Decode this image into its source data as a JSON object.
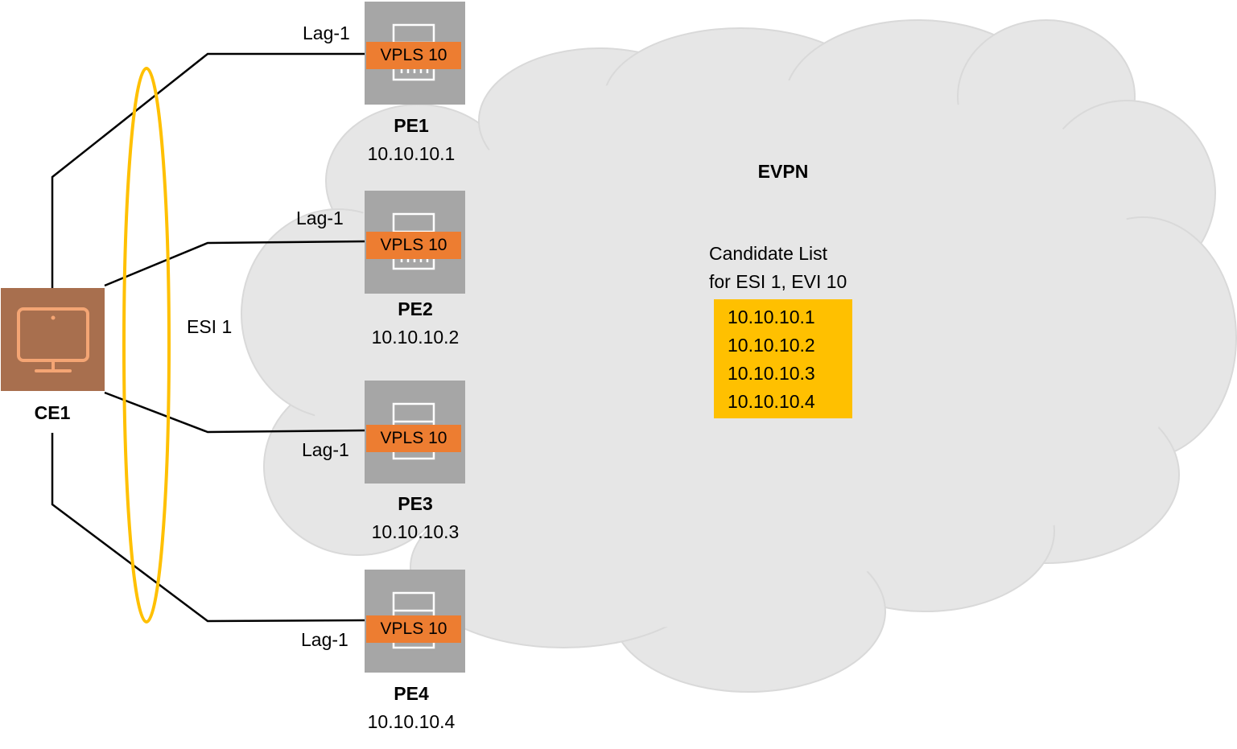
{
  "network": {
    "cloud_label": "EVPN",
    "candidate_list": {
      "title_line1": "Candidate List",
      "title_line2": "for ESI 1, EVI 10",
      "items": [
        "10.10.10.1",
        "10.10.10.2",
        "10.10.10.3",
        "10.10.10.4"
      ]
    }
  },
  "ce": {
    "name": "CE1",
    "icon": "monitor-icon"
  },
  "esi": {
    "label": "ESI 1"
  },
  "pes": [
    {
      "name": "PE1",
      "ip": "10.10.10.1",
      "service": "VPLS 10",
      "link": "Lag-1"
    },
    {
      "name": "PE2",
      "ip": "10.10.10.2",
      "service": "VPLS 10",
      "link": "Lag-1"
    },
    {
      "name": "PE3",
      "ip": "10.10.10.3",
      "service": "VPLS 10",
      "link": "Lag-1"
    },
    {
      "name": "PE4",
      "ip": "10.10.10.4",
      "service": "VPLS 10",
      "link": "Lag-1"
    }
  ],
  "colors": {
    "cloud": "#e6e6e6",
    "cloud_edge": "#d9d9d9",
    "pe_router": "#a6a6a6",
    "service_tag": "#ed7d31",
    "ce_device": "#a86f4e",
    "ce_icon": "#f4a574",
    "esi_ring": "#ffc000",
    "candidate_box": "#ffc000"
  }
}
